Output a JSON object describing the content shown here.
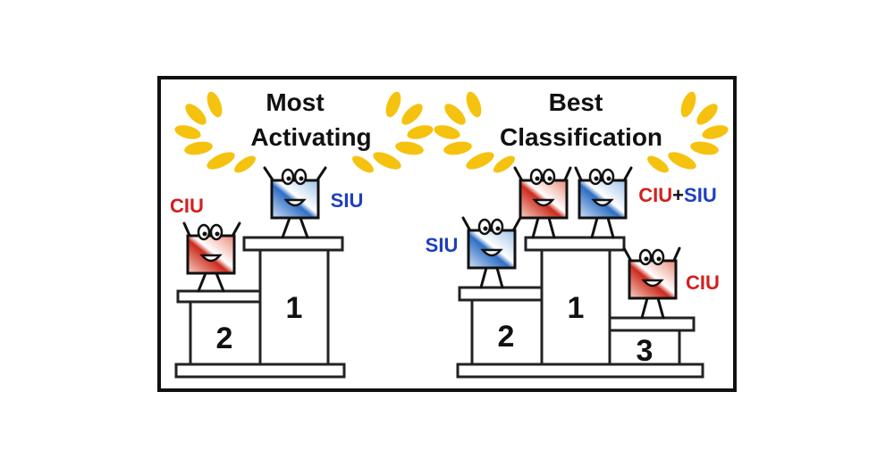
{
  "panels": [
    {
      "title_lines": [
        "Most",
        "Activating"
      ],
      "ranks": [
        "1",
        "2"
      ],
      "winners": [
        {
          "label": "SIU",
          "label_color": "#1f3fbf",
          "swatch": "blue"
        },
        {
          "label": "CIU",
          "label_color": "#d21f1f",
          "swatch": "red"
        }
      ]
    },
    {
      "title_lines": [
        "Best",
        "Classification"
      ],
      "ranks": [
        "1",
        "2",
        "3"
      ],
      "winners": [
        {
          "label_parts": [
            "CIU",
            "+",
            "SIU"
          ],
          "label_colors": [
            "#d21f1f",
            "#111111",
            "#1f3fbf"
          ],
          "swatch": "red+blue"
        },
        {
          "label": "SIU",
          "label_color": "#1f3fbf",
          "swatch": "blue"
        },
        {
          "label": "CIU",
          "label_color": "#d21f1f",
          "swatch": "red"
        }
      ]
    }
  ],
  "colors": {
    "laurel": "#f5c20f",
    "red": "#d21f1f",
    "blue": "#1f3fbf",
    "border": "#111111"
  },
  "icons": [
    "laurel-icon",
    "mascot-icon"
  ]
}
